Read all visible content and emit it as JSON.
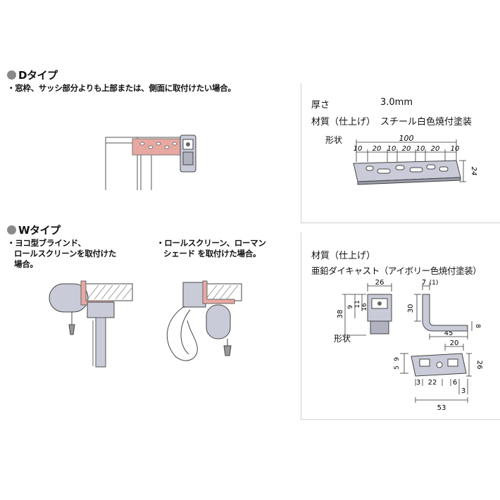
{
  "d_type": {
    "title": "Dタイプ",
    "note": "・窓枠、サッシ部分よりも上部または、側面に取付けたい場合。"
  },
  "w_type": {
    "title": "Wタイプ",
    "note_left": [
      "・ヨコ型ブラインド、",
      "ロールスクリーンを取付けた",
      "場合。"
    ],
    "note_right": [
      "・ロールスクリーン、ローマン",
      "シェード を取付けた場合。"
    ]
  },
  "panel_top": {
    "thickness_label": "厚さ",
    "thickness_value": "3.0mm",
    "material_label": "材質（仕上げ）",
    "material_value": "スチール白色焼付塗装",
    "shape_label": "形状",
    "dims": {
      "total": "100",
      "segments": [
        "10",
        "20",
        "10",
        "20",
        "10",
        "20",
        "10"
      ],
      "height": "24"
    }
  },
  "panel_bottom": {
    "material_label": "材質（仕上げ）",
    "material_value": "亜鉛ダイキャスト（アイボリー色焼付塗装）",
    "shape_label": "形状",
    "front_dims": [
      "26",
      "9",
      "11",
      "16",
      "38"
    ],
    "side_dims": [
      "7",
      "(1)",
      "30",
      "45",
      "8"
    ],
    "bottom_dims": [
      "20",
      "9",
      "5",
      "26",
      "3",
      "22",
      "6",
      "3",
      "53"
    ]
  },
  "colors": {
    "bracket_pink": "#e8a8a2",
    "part_gray": "#c9cbd8",
    "dim_line": "#333333"
  }
}
